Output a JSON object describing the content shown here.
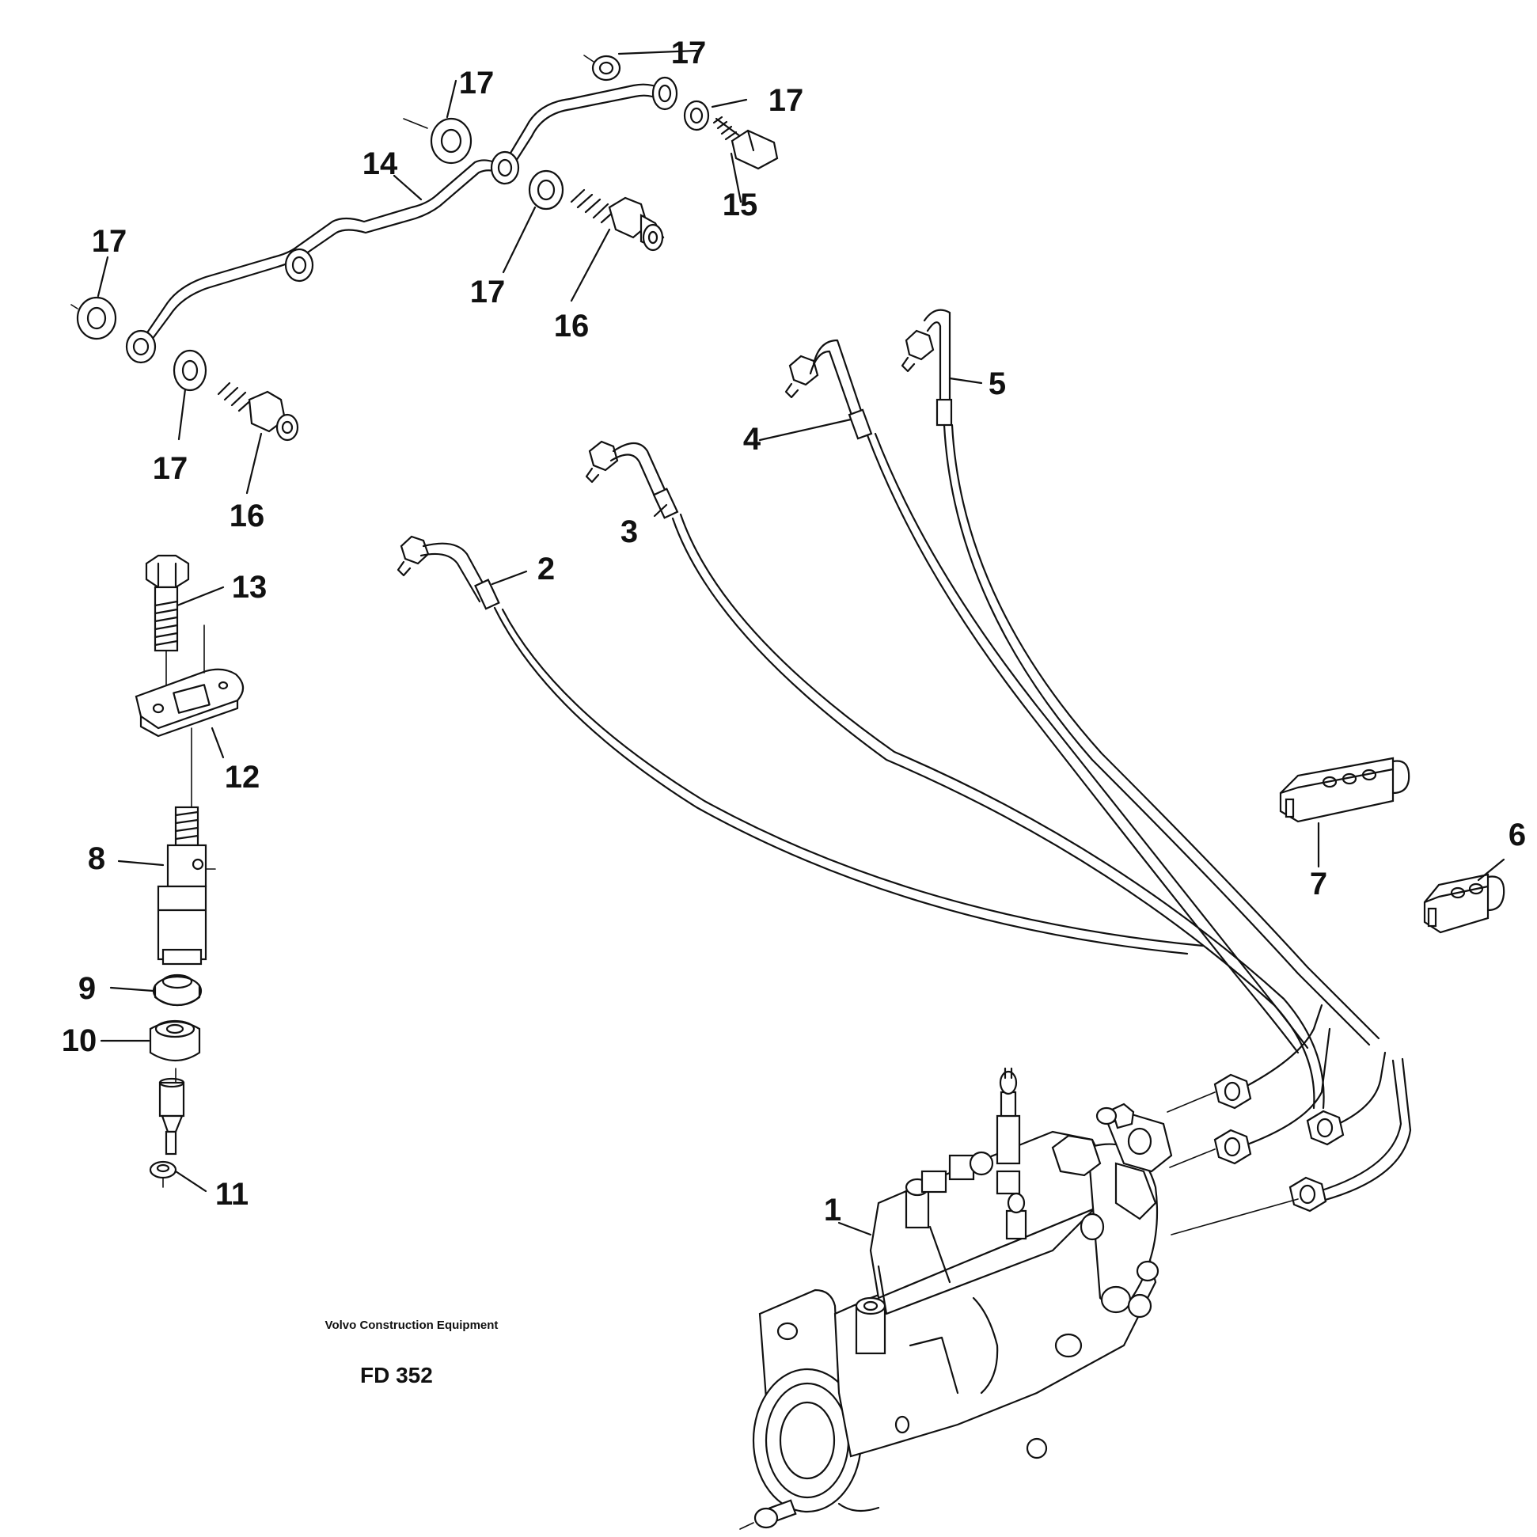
{
  "labels": {
    "p1": "1",
    "p2": "2",
    "p3": "3",
    "p4": "4",
    "p5": "5",
    "p6": "6",
    "p7": "7",
    "p8": "8",
    "p9": "9",
    "p10": "10",
    "p11": "11",
    "p12": "12",
    "p13": "13",
    "p14": "14",
    "p15": "15",
    "p16": "16",
    "p17": "17"
  },
  "footer": {
    "manufacturer": "Volvo Construction Equipment",
    "drawing_code": "FD 352"
  }
}
